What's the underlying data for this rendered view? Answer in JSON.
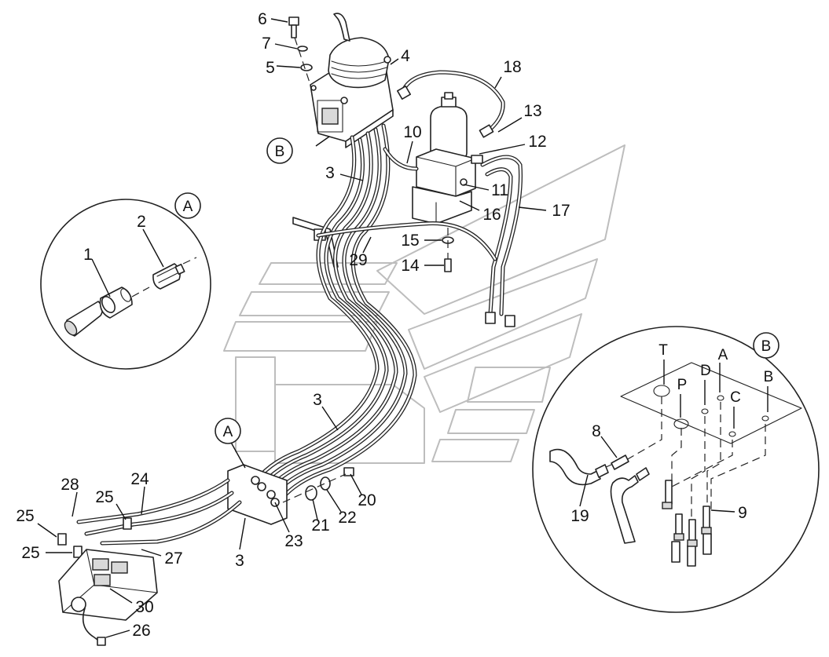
{
  "callouts": {
    "n1": "1",
    "n2": "2",
    "n3a": "3",
    "n3b": "3",
    "n3c": "3",
    "n4": "4",
    "n5": "5",
    "n6": "6",
    "n7": "7",
    "n8": "8",
    "n9": "9",
    "n10": "10",
    "n11": "11",
    "n12": "12",
    "n13": "13",
    "n14": "14",
    "n15": "15",
    "n16": "16",
    "n17": "17",
    "n18": "18",
    "n19": "19",
    "n20": "20",
    "n21": "21",
    "n22": "22",
    "n23": "23",
    "n24": "24",
    "n25a": "25",
    "n25b": "25",
    "n25c": "25",
    "n26": "26",
    "n27": "27",
    "n28": "28",
    "n29": "29",
    "n30": "30"
  },
  "detail_refs": {
    "detail_a_badge": "A",
    "detail_b_badge": "B",
    "view_a_badge": "A",
    "view_b_badge": "B"
  },
  "port_labels": {
    "t": "T",
    "p": "P",
    "d": "D",
    "a": "A",
    "c": "C",
    "b": "B"
  }
}
